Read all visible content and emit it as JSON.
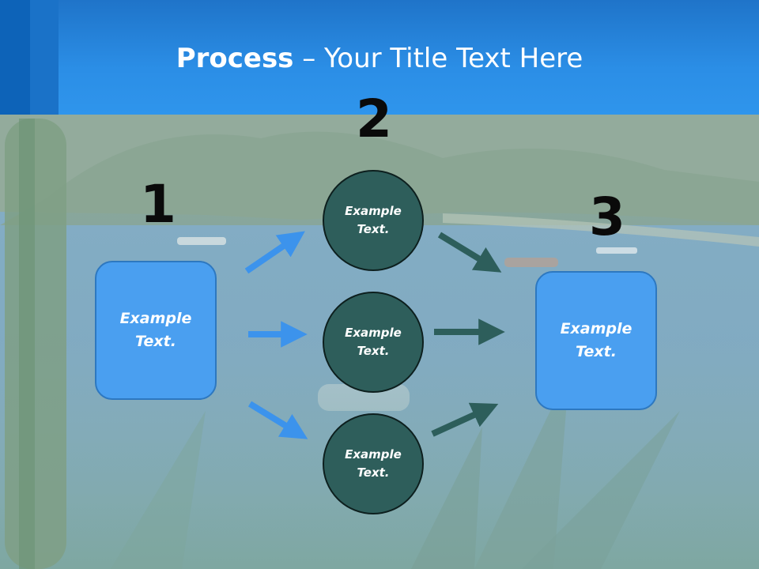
{
  "slide": {
    "title_bold": "Process",
    "title_rest": " – Your Title Text Here"
  },
  "steps": {
    "one": "1",
    "two": "2",
    "three": "3"
  },
  "nodes": {
    "left_box": "Example\nText.",
    "circle_top": "Example\nText.",
    "circle_mid": "Example\nText.",
    "circle_bottom": "Example\nText.",
    "right_box": "Example\nText."
  },
  "colors": {
    "header": "#2b8ee6",
    "box_fill": "#4a9ff0",
    "circle_fill": "#2e5e5b",
    "arrow_blue": "#3c93ec",
    "arrow_teal": "#2d5e5b"
  }
}
